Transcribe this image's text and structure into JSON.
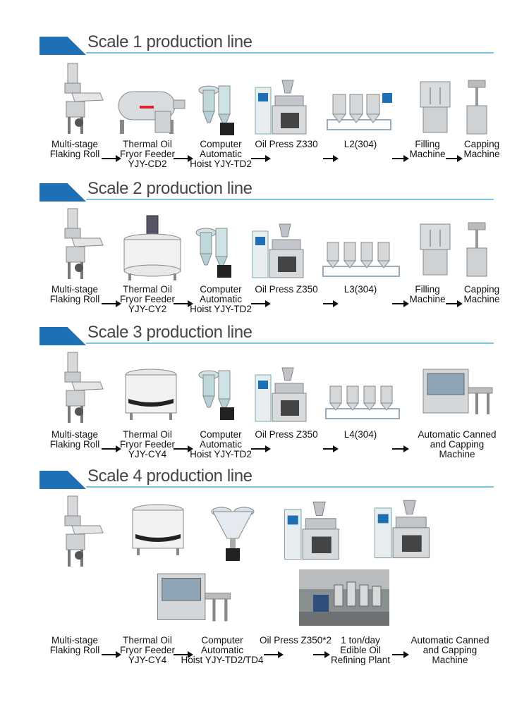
{
  "sections": [
    {
      "title": "Scale 1 production line",
      "labels": [
        "Multi-stage\nFlaking Roll",
        "Thermal Oil\nFryor Feeder\nYJY-CD2",
        "Computer\nAutomatic\nHoist YJY-TD2",
        "Oil Press Z330",
        "L2(304)",
        "Filling\nMachine",
        "Capping\nMachine"
      ]
    },
    {
      "title": "Scale 2 production line",
      "labels": [
        "Multi-stage\nFlaking Roll",
        "Thermal Oil\nFryor Feeder\nYJY-CY2",
        "Computer\nAutomatic\nHoist YJY-TD2",
        "Oil Press Z350",
        "L3(304)",
        "Filling\nMachine",
        "Capping\nMachine"
      ]
    },
    {
      "title": "Scale 3 production line",
      "labels": [
        "Multi-stage\nFlaking Roll",
        "Thermal Oil\nFryor Feeder\nYJY-CY4",
        "Computer\nAutomatic\nHoist YJY-TD2",
        "Oil Press Z350",
        "L4(304)",
        "Automatic Canned\nand Capping\nMachine"
      ]
    },
    {
      "title": "Scale 4 production line",
      "labels": [
        "Multi-stage\nFlaking Roll",
        "Thermal Oil\nFryor Feeder\nYJY-CY4",
        "Computer\nAutomatic\nHoist YJY-TD2/TD4",
        "Oil Press Z350*2",
        "1 ton/day\nEdible Oil\nRefining Plant",
        "Automatic Canned\nand Capping\nMachine"
      ]
    }
  ],
  "colors": {
    "tab": "#1f6fb4",
    "rule": "#7fc6e6",
    "steel": "#c9ccd0",
    "panel": "#e8edf0"
  }
}
